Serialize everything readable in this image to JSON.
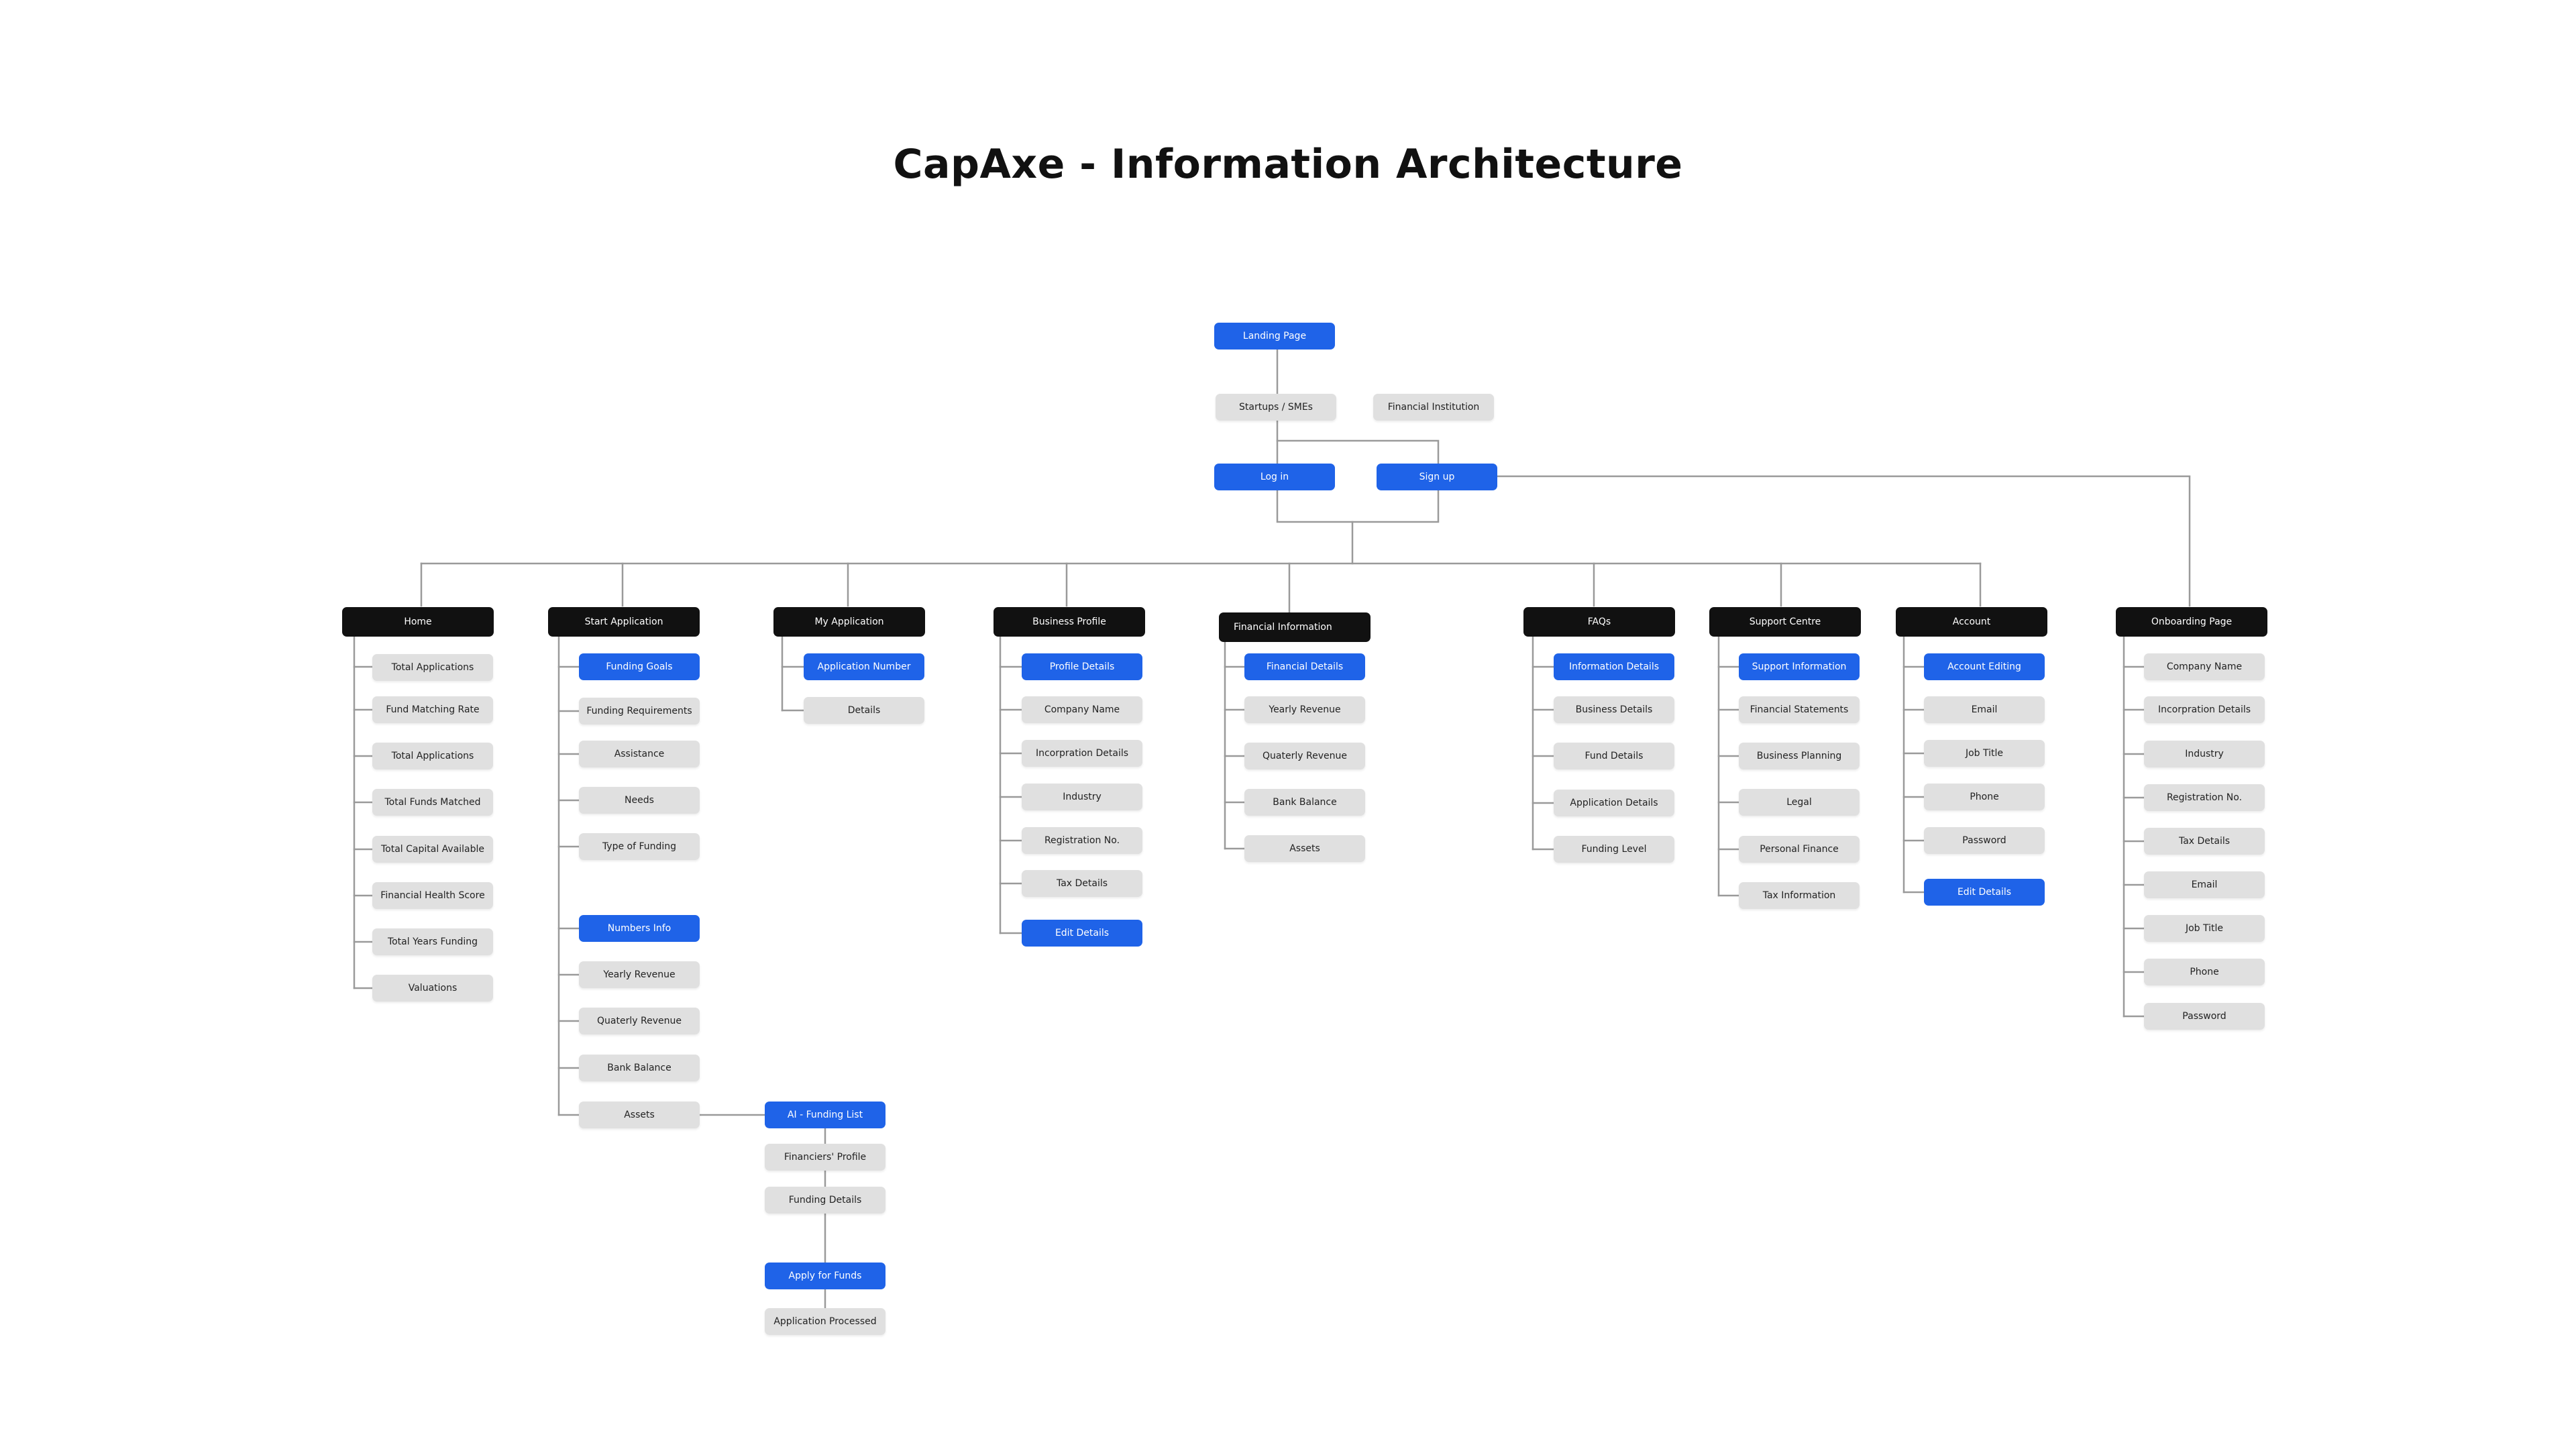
{
  "title": "CapAxe - Information Architecture",
  "colors": {
    "blue": "#1f63e8",
    "grey": "#e0e0e0",
    "black": "#111111",
    "line": "#9a9a9a"
  },
  "top": {
    "landing": "Landing Page",
    "startups": "Startups / SMEs",
    "financial_institution": "Financial Institution",
    "login": "Log in",
    "signup": "Sign up"
  },
  "sections": {
    "home": {
      "header": "Home",
      "items": [
        "Total Applications",
        "Fund Matching Rate",
        "Total Applications",
        "Total Funds Matched",
        "Total Capital Available",
        "Financial Health Score",
        "Total Years Funding",
        "Valuations"
      ]
    },
    "start_application": {
      "header": "Start Application",
      "items": [
        "Funding Goals",
        "Funding Requirements",
        "Assistance",
        "Needs",
        "Type of Funding",
        "Numbers Info",
        "Yearly Revenue",
        "Quaterly Revenue",
        "Bank Balance",
        "Assets"
      ]
    },
    "my_application": {
      "header": "My Application",
      "items": [
        "Application Number",
        "Details"
      ]
    },
    "business_profile": {
      "header": "Business Profile",
      "items": [
        "Profile Details",
        "Company Name",
        "Incorpration Details",
        "Industry",
        "Registration No.",
        "Tax Details",
        "Edit Details"
      ]
    },
    "financial_information": {
      "header": "Financial Information",
      "items": [
        "Financial Details",
        "Yearly Revenue",
        "Quaterly Revenue",
        "Bank Balance",
        "Assets"
      ]
    },
    "faqs": {
      "header": "FAQs",
      "items": [
        "Information Details",
        "Business Details",
        "Fund Details",
        "Application Details",
        "Funding Level"
      ]
    },
    "support_centre": {
      "header": "Support Centre",
      "items": [
        "Support Information",
        "Financial Statements",
        "Business Planning",
        "Legal",
        "Personal Finance",
        "Tax Information"
      ]
    },
    "account": {
      "header": "Account",
      "items": [
        "Account Editing",
        "Email",
        "Job Title",
        "Phone",
        "Password",
        "Edit Details"
      ]
    },
    "onboarding": {
      "header": "Onboarding Page",
      "items": [
        "Company Name",
        "Incorpration Details",
        "Industry",
        "Registration No.",
        "Tax Details",
        "Email",
        "Job Title",
        "Phone",
        "Password"
      ]
    }
  },
  "funding_flow": [
    "AI - Funding List",
    "Financiers' Profile",
    "Funding Details",
    "Apply for Funds",
    "Application Processed"
  ]
}
